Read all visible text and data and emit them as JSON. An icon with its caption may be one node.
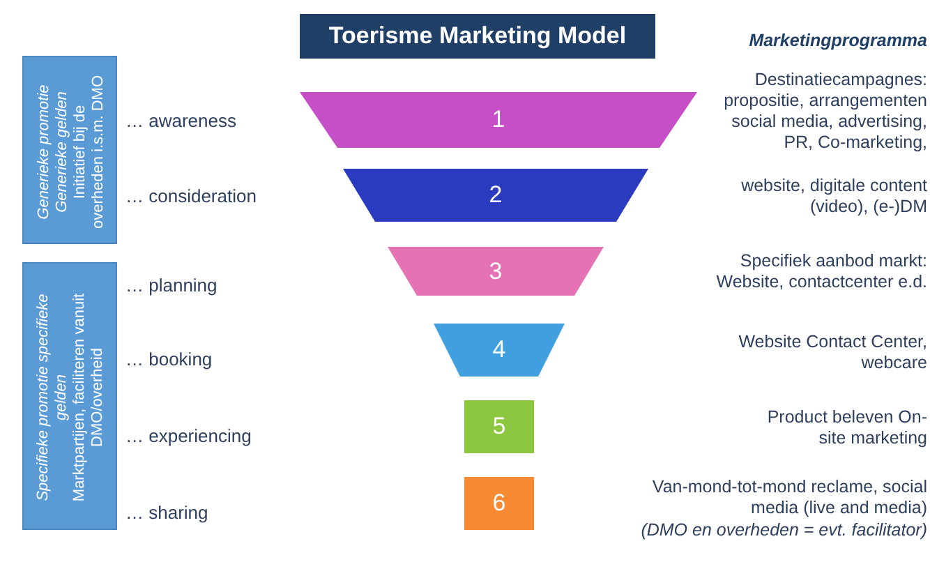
{
  "diagram": {
    "title": "Toerisme Marketing Model",
    "nodes": [
      {
        "text": [
          "Generieke promotie Generieke gelden",
          "Initiatief bij de overheden i.s.m. DMO"
        ]
      },
      {
        "text": [
          "Specifieke promotie specifieke gelden",
          "Marktpartijen, faciliteren vanuit DMO/overheid"
        ]
      },
      {
        "text": [
          "1"
        ]
      },
      {
        "text": [
          "2"
        ]
      },
      {
        "text": [
          "3"
        ]
      },
      {
        "text": [
          "4"
        ]
      },
      {
        "text": [
          "5"
        ]
      },
      {
        "text": [
          "6"
        ]
      }
    ],
    "edges": [],
    "labels": [
      "Marketingprogramma",
      "… awareness",
      "Destinatiecampagnes: propositie, arrangementen social media, advertising, PR, Co-marketing,",
      "… consideration",
      "website, digitale content (video), (e-)DM",
      "… planning",
      "Specifiek aanbod markt: Website, contactcenter e.d.",
      "… booking",
      "Website Contact Center, webcare",
      "… experiencing",
      "Product beleven On-site marketing",
      "… sharing",
      "Van-mond-tot-mond reclame, social media (live and media)",
      "(DMO en overheden = evt. facilitator)"
    ]
  }
}
